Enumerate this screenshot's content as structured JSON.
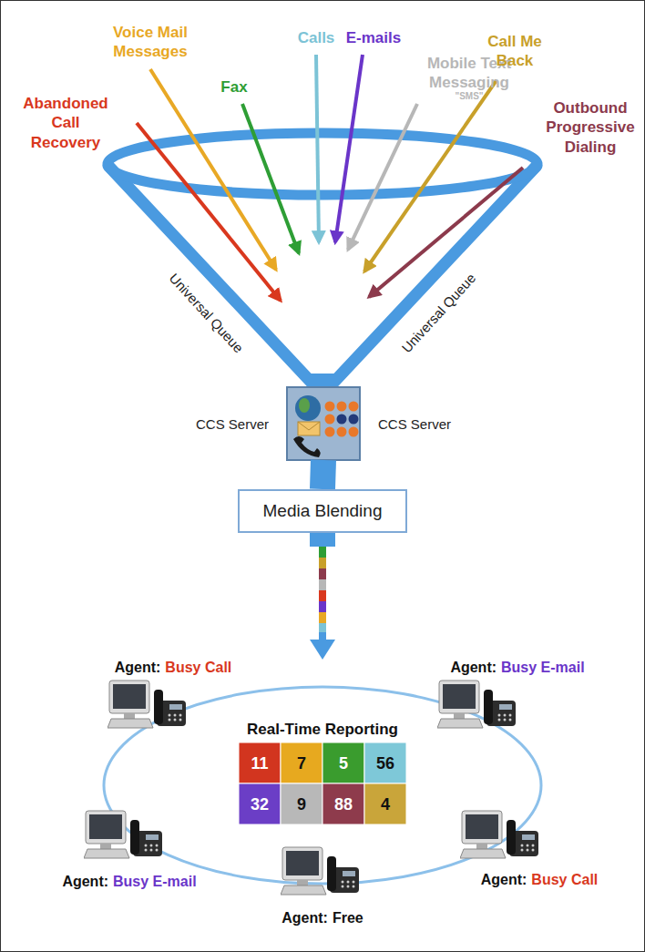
{
  "diagram": {
    "nodes": [
      {
        "text": [
          "CCS Server",
          "CCS Server"
        ]
      },
      {
        "text": [
          "Media Blending"
        ]
      }
    ],
    "edges": [
      {
        "from": 0,
        "to": 1,
        "arrow": "none"
      }
    ],
    "labels": [
      "Abandoned Call Recovery",
      "Voice Mail Messages",
      "Fax",
      "Calls",
      "E-mails",
      "Mobile Text Messaging",
      "\"SMS\"",
      "Call Me Back",
      "Outbound Progressive Dialing",
      "Universal Queue",
      "Universal Queue",
      "Agent:",
      "Busy Call",
      "Agent:",
      "Busy E-mail",
      "Real-Time Reporting",
      "11",
      "7",
      "5",
      "56",
      "32",
      "9",
      "88",
      "4",
      "Agent:",
      "Busy E-mail",
      "Agent:",
      "Free",
      "Agent:",
      "Busy Call"
    ]
  }
}
